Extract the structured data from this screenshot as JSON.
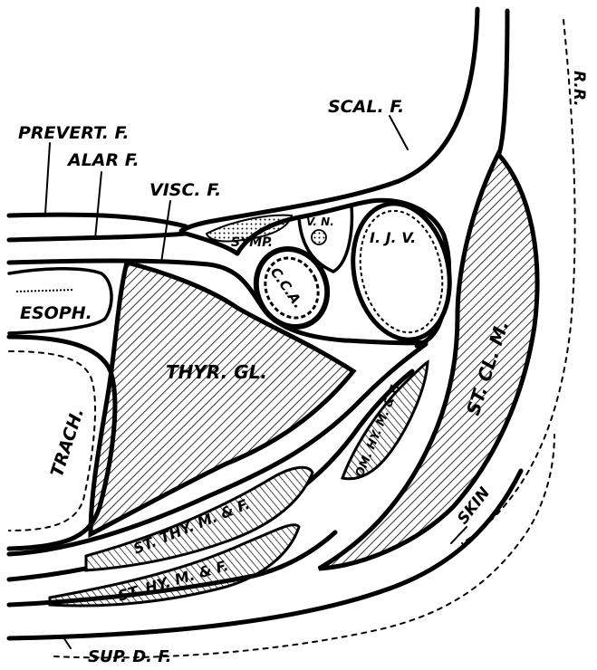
{
  "labels": {
    "prevert_f": "PREVERT. F.",
    "alar_f": "ALAR F.",
    "visc_f": "VISC. F.",
    "scal_f": "SCAL. F.",
    "rr": "R.R.",
    "symp": "SYMP.",
    "vn": "V. N.",
    "ijv": "I. J. V.",
    "cca": "C.C.A.",
    "esoph": "ESOPH.",
    "thyr_gl": "THYR. GL.",
    "trach": "TRACH.",
    "st_cl_m": "ST. CL. M.",
    "om_hy_m": "OM. HY. M. & F.",
    "st_thy_m": "ST. THY. M. & F.",
    "st_hy_m": "ST. HY. M. & F.",
    "skin": "SKIN",
    "sup_df": "SUP. D. F."
  }
}
